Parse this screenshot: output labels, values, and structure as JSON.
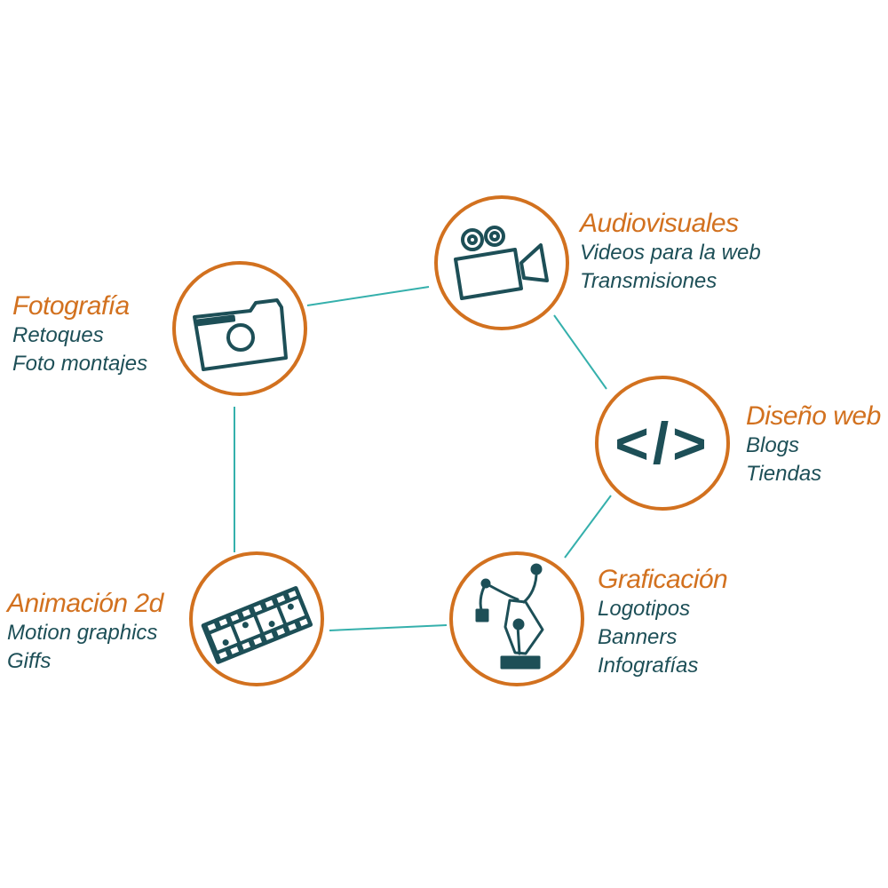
{
  "colors": {
    "ring": "#d2711f",
    "connector": "#35b0ac",
    "icon": "#1d4f57",
    "title": "#d2711f",
    "text": "#1d4f57"
  },
  "nodes": [
    {
      "id": "fotografia",
      "title": "Fotografía",
      "items": [
        "Retoques",
        "Foto montajes"
      ],
      "icon": "camera-icon"
    },
    {
      "id": "audiovisuales",
      "title": "Audiovisuales",
      "items": [
        "Videos para la web",
        "Transmisiones"
      ],
      "icon": "video-camera-icon"
    },
    {
      "id": "diseno-web",
      "title": "Diseño web",
      "items": [
        "Blogs",
        "Tiendas"
      ],
      "icon": "code-icon",
      "icon_text": "</>"
    },
    {
      "id": "graficacion",
      "title": "Graficación",
      "items": [
        "Logotipos",
        "Banners",
        "Infografías"
      ],
      "icon": "pen-tool-icon"
    },
    {
      "id": "animacion",
      "title": "Animación 2d",
      "items": [
        "Motion graphics",
        "Giffs"
      ],
      "icon": "film-strip-icon"
    }
  ]
}
